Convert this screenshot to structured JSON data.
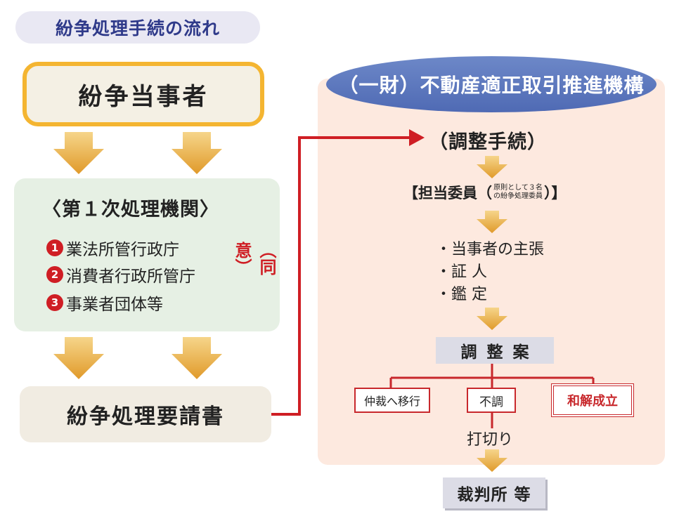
{
  "title": "紛争処理手続の流れ",
  "parties": "紛争当事者",
  "primary": {
    "heading": "〈第１次処理機関〉",
    "items": [
      {
        "num": "1",
        "label": "業法所管行政庁"
      },
      {
        "num": "2",
        "label": "消費者行政所管庁"
      },
      {
        "num": "3",
        "label": "事業者団体等"
      }
    ],
    "consent": "（同意）"
  },
  "request": "紛争処理要請書",
  "org": {
    "name": "（一財）不動産適正取引推進機構",
    "adjust_label": "（調整手続）",
    "members": {
      "prefix": "【担当委員（",
      "note_line1": "原則として３名",
      "note_line2": "の紛争処理委員",
      "suffix": "）】"
    },
    "bullets": [
      "・当事者の主張",
      "・証 人",
      "・鑑 定"
    ],
    "plan": "調整案",
    "outcomes": [
      "仲裁へ移行",
      "不調",
      "和解成立"
    ],
    "cutoff": "打切り"
  },
  "court": "裁判所 等",
  "colors": {
    "accent_red": "#cf1e24",
    "arrow_gold": "#e8a93a",
    "oval_blue": "#5872b8",
    "panel_peach": "#fde9df"
  }
}
